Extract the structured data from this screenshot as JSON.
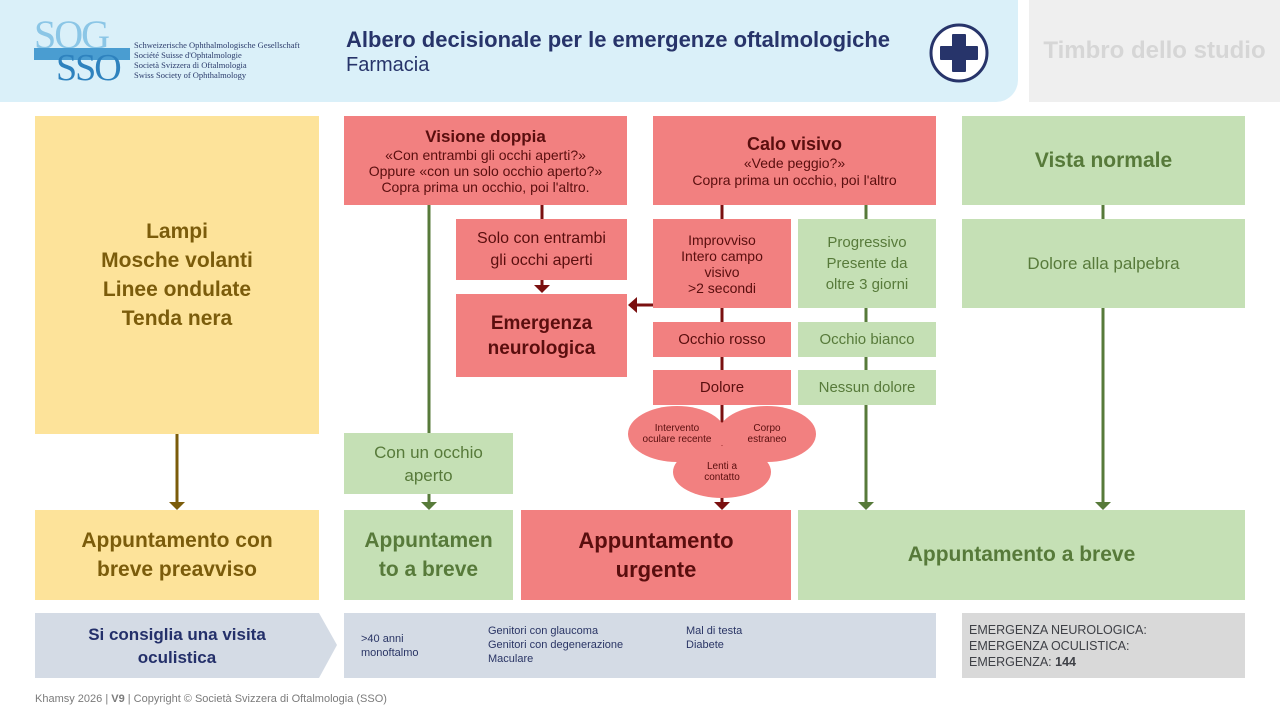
{
  "header": {
    "logo_top": "SOG",
    "logo_bottom": "SSO",
    "society_lines": [
      "Schweizerische Ophthalmologische Gesellschaft",
      "Société Suisse d'Ophtalmologie",
      "Società Svizzera di Oftalmologia",
      "Swiss Society of Ophthalmology"
    ],
    "title": "Albero decisionale per le emergenze oftalmologiche",
    "subtitle": "Farmacia",
    "stamp": "Timbro dello studio",
    "icon": "medical-cross-icon"
  },
  "boxes": {
    "lampi": [
      "Lampi",
      "Mosche volanti",
      "Linee ondulate",
      "Tenda nera"
    ],
    "visione_doppia": {
      "title": "Visione doppia",
      "lines": [
        "«Con entrambi gli occhi aperti?»",
        "Oppure «con un solo occhio aperto?»",
        "Copra prima un occhio, poi l'altro."
      ]
    },
    "calo_visivo": {
      "title": "Calo visivo",
      "lines": [
        "«Vede peggio?»",
        "Copra prima un occhio, poi l'altro"
      ]
    },
    "vista_normale": "Vista normale",
    "solo_entrambi": [
      "Solo con entrambi",
      "gli occhi aperti"
    ],
    "emergenza_neuro": [
      "Emergenza",
      "neurologica"
    ],
    "improvviso": [
      "Improvviso",
      "Intero campo",
      "visivo",
      ">2 secondi"
    ],
    "progressivo": [
      "Progressivo",
      "Presente da",
      "oltre 3 giorni"
    ],
    "dolore_palpebra": "Dolore alla palpebra",
    "occhio_rosso": "Occhio rosso",
    "occhio_bianco": "Occhio bianco",
    "dolore": "Dolore",
    "nessun_dolore": "Nessun dolore",
    "con_un_occhio": [
      "Con un occhio",
      "aperto"
    ],
    "ellipses": {
      "intervento": [
        "Intervento",
        "oculare recente"
      ],
      "corpo": [
        "Corpo",
        "estraneo"
      ],
      "lenti": [
        "Lenti a",
        "contatto"
      ]
    }
  },
  "outcomes": {
    "preavviso": [
      "Appuntamento con",
      "breve preavviso"
    ],
    "breve_small": [
      "Appuntamen",
      "to a breve"
    ],
    "urgente": [
      "Appuntamento",
      "urgente"
    ],
    "breve_large": "Appuntamento a breve"
  },
  "bottom": {
    "arrow_label": [
      "Si consiglia una visita",
      "oculistica"
    ],
    "col1": [
      ">40 anni",
      "monoftalmo"
    ],
    "col2": [
      "Genitori con glaucoma",
      "Genitori con degenerazione",
      "Maculare"
    ],
    "col3": [
      "Mal di testa",
      "Diabete"
    ],
    "emergency_lines": [
      "EMERGENZA NEUROLOGICA:",
      "EMERGENZA OCULISTICA:",
      "EMERGENZA:"
    ],
    "emergency_number": "144"
  },
  "footer": {
    "text_before": "Khamsy 2026 | ",
    "version": "V9",
    "text_after": " | Copyright © Società Svizzera di Oftalmologia (SSO)"
  },
  "colors": {
    "yellow": "#fde39a",
    "red": "#f28080",
    "green": "#c5e0b5",
    "header": "#daf0f9",
    "navy": "#27346a"
  }
}
